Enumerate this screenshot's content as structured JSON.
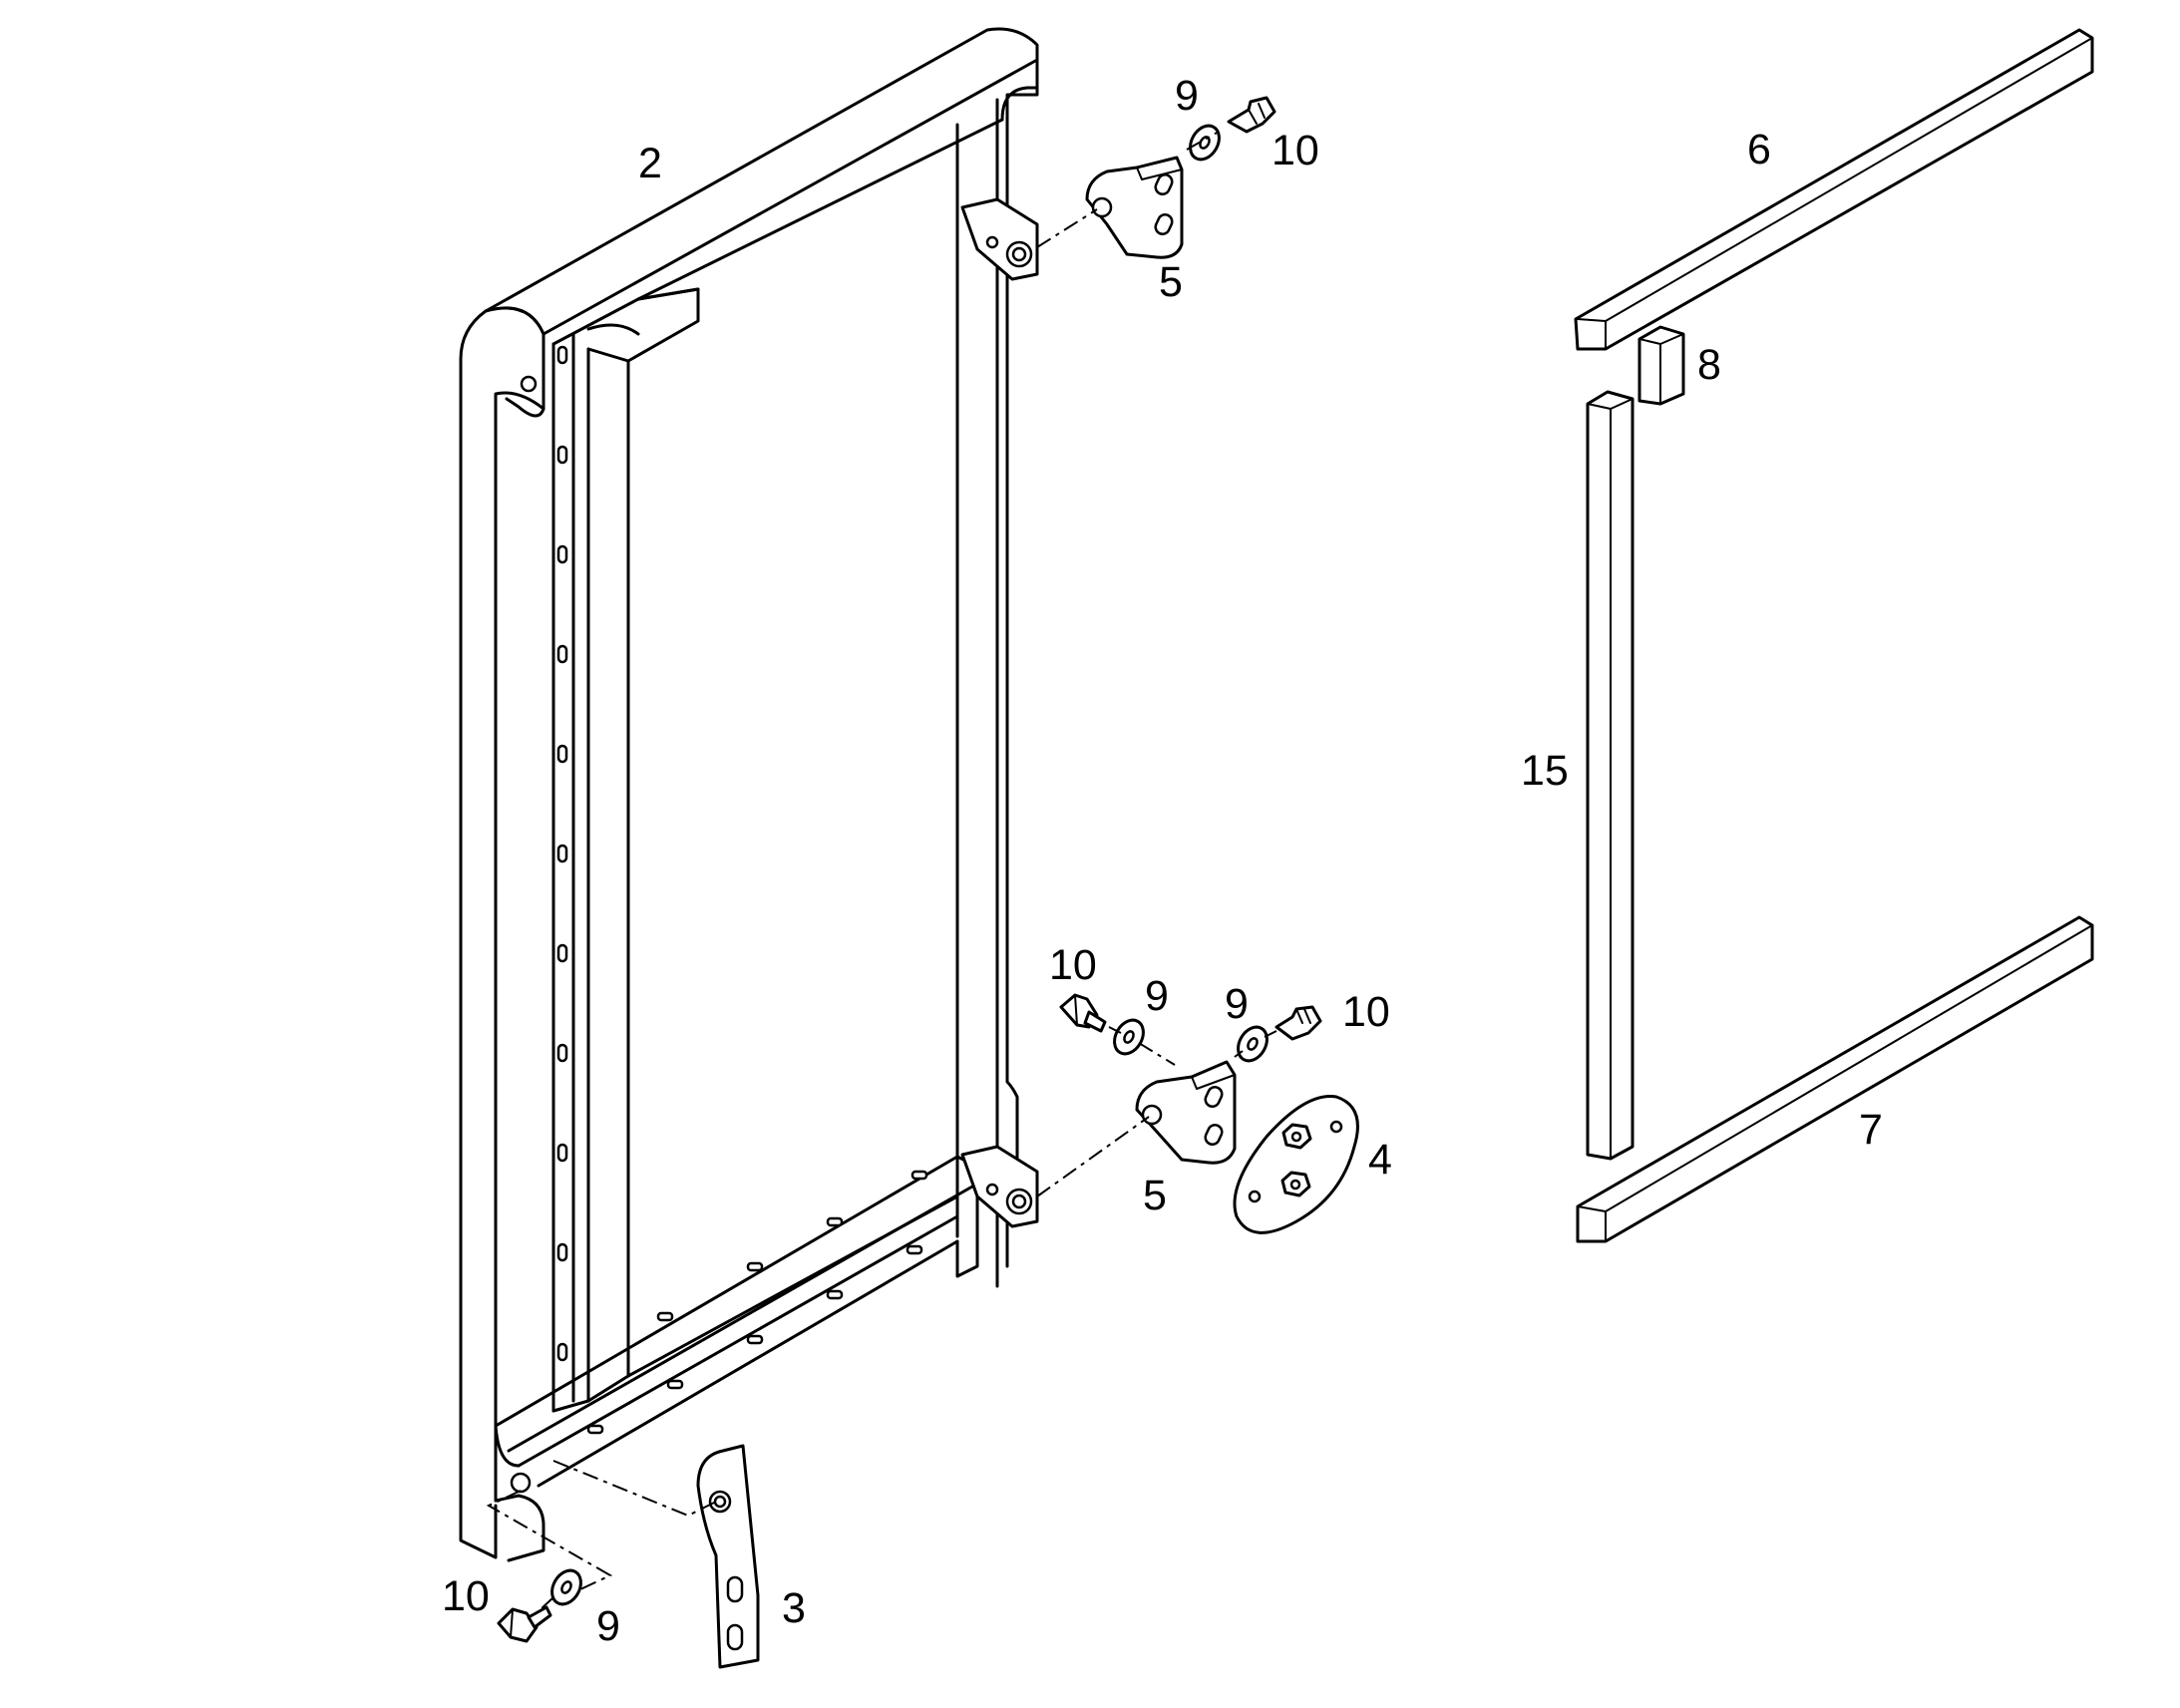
{
  "callouts": {
    "frame": "2",
    "bracket_bottom": "3",
    "plate": "4",
    "hinge_top": "5",
    "hinge_bottom": "5",
    "seal_top": "6",
    "seal_bottom": "7",
    "seal_block": "8",
    "washer_top": "9",
    "washer_mid_left": "9",
    "washer_mid_right": "9",
    "washer_bottom": "9",
    "bolt_top": "10",
    "bolt_mid_left": "10",
    "bolt_mid_right": "10",
    "bolt_bottom": "10",
    "seal_vertical": "15"
  }
}
